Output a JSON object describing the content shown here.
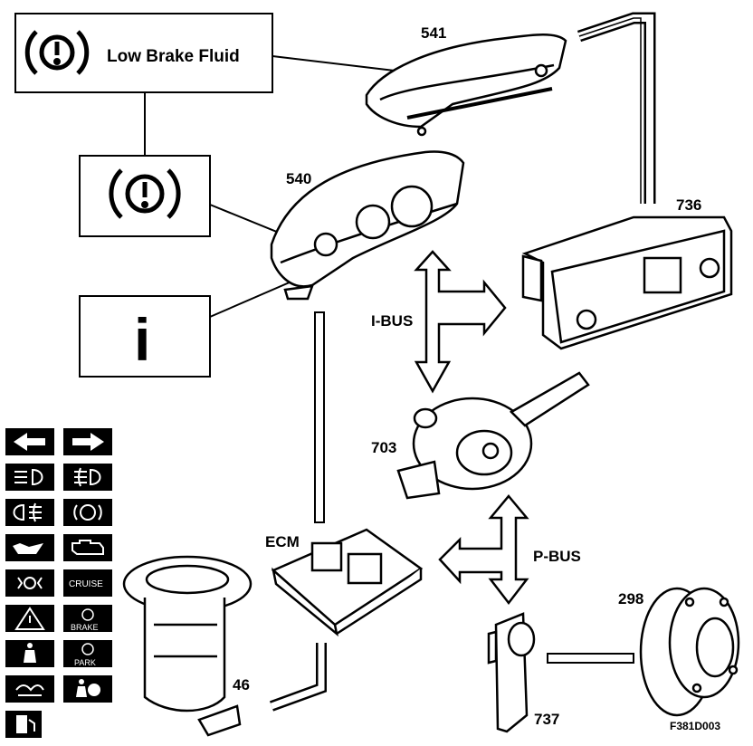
{
  "callout": {
    "low_brake_fluid": "Low Brake Fluid",
    "info_symbol": "i"
  },
  "components": {
    "c541": "541",
    "c540": "540",
    "c736": "736",
    "c703": "703",
    "ecm": "ECM",
    "c298": "298",
    "c46": "46",
    "c737": "737"
  },
  "buses": {
    "ibus": "I-BUS",
    "pbus": "P-BUS"
  },
  "figure_code": "F381D003",
  "warning_tiles": {
    "cruise": "CRUISE",
    "brake": "BRAKE",
    "park": "PARK"
  },
  "icons": [
    "turn-left-arrow-icon",
    "turn-right-arrow-icon",
    "headlamp-icon",
    "fog-lamp-icon",
    "rear-fog-icon",
    "abs-icon",
    "oil-can-icon",
    "check-engine-icon",
    "side-lights-icon",
    "cruise-icon",
    "hazard-triangle-icon",
    "brake-icon",
    "seatbelt-icon",
    "park-brake-icon",
    "glow-plug-icon",
    "airbag-icon",
    "fuel-icon"
  ]
}
